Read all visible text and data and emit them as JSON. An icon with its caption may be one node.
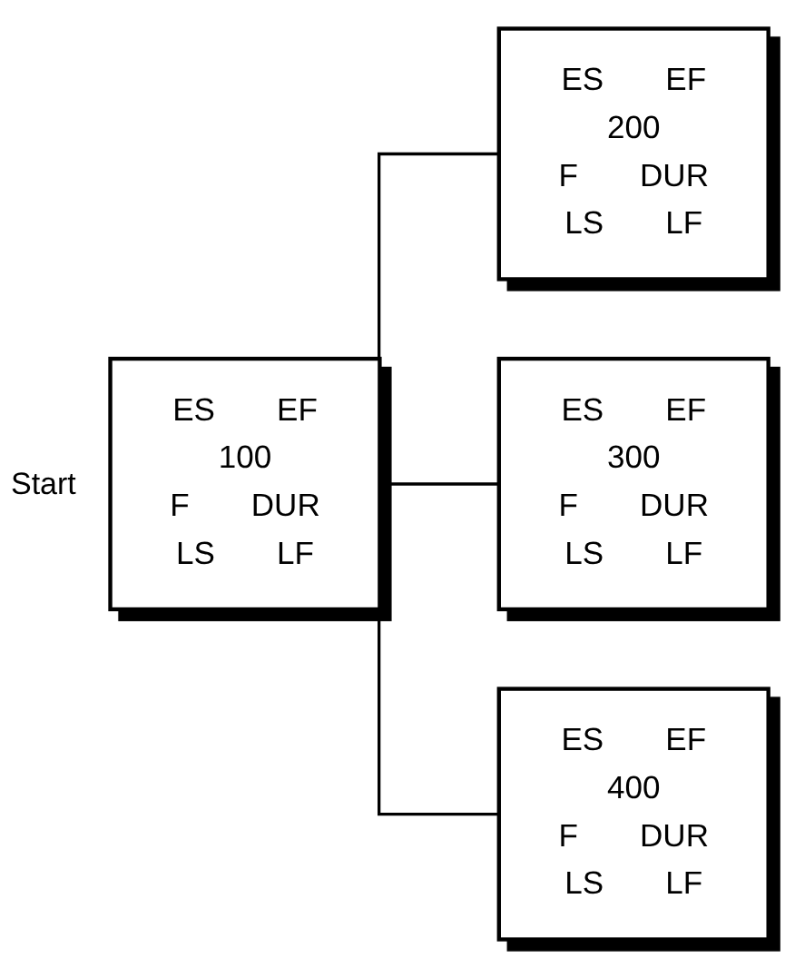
{
  "diagram": {
    "nodes": [
      {
        "text": [
          "ES",
          "EF",
          "100",
          "F",
          "DUR",
          "LS",
          "LF"
        ]
      },
      {
        "text": [
          "ES",
          "EF",
          "200",
          "F",
          "DUR",
          "LS",
          "LF"
        ]
      },
      {
        "text": [
          "ES",
          "EF",
          "300",
          "F",
          "DUR",
          "LS",
          "LF"
        ]
      },
      {
        "text": [
          "ES",
          "EF",
          "400",
          "F",
          "DUR",
          "LS",
          "LF"
        ]
      }
    ],
    "edges": [
      {
        "from": 0,
        "to": 1,
        "arrow": "none"
      },
      {
        "from": 0,
        "to": 2,
        "arrow": "none"
      },
      {
        "from": 0,
        "to": 3,
        "arrow": "none"
      }
    ],
    "labels": [
      "Start"
    ]
  }
}
